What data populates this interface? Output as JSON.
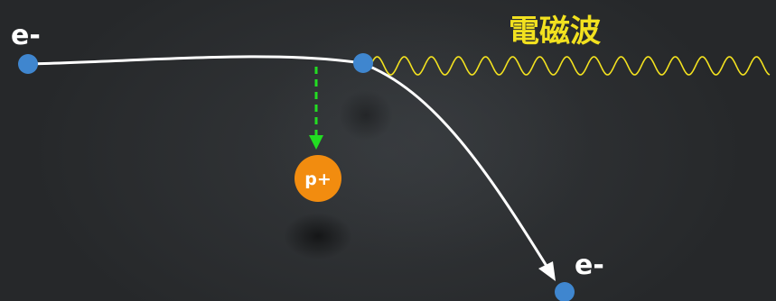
{
  "labels": {
    "incoming_electron": "e-",
    "outgoing_electron": "e-",
    "wave": "電磁波",
    "proton": "p+"
  },
  "colors": {
    "electron": "#3f86cf",
    "proton": "#f28c0f",
    "trajectory": "#ffffff",
    "wave": "#f2e11f",
    "force_arrow": "#22dd22"
  },
  "icons": {
    "electron_particle": "filled-circle",
    "proton_particle": "filled-circle",
    "force_arrow": "dashed-arrow-down",
    "trajectory_arrow": "arrow-head"
  }
}
